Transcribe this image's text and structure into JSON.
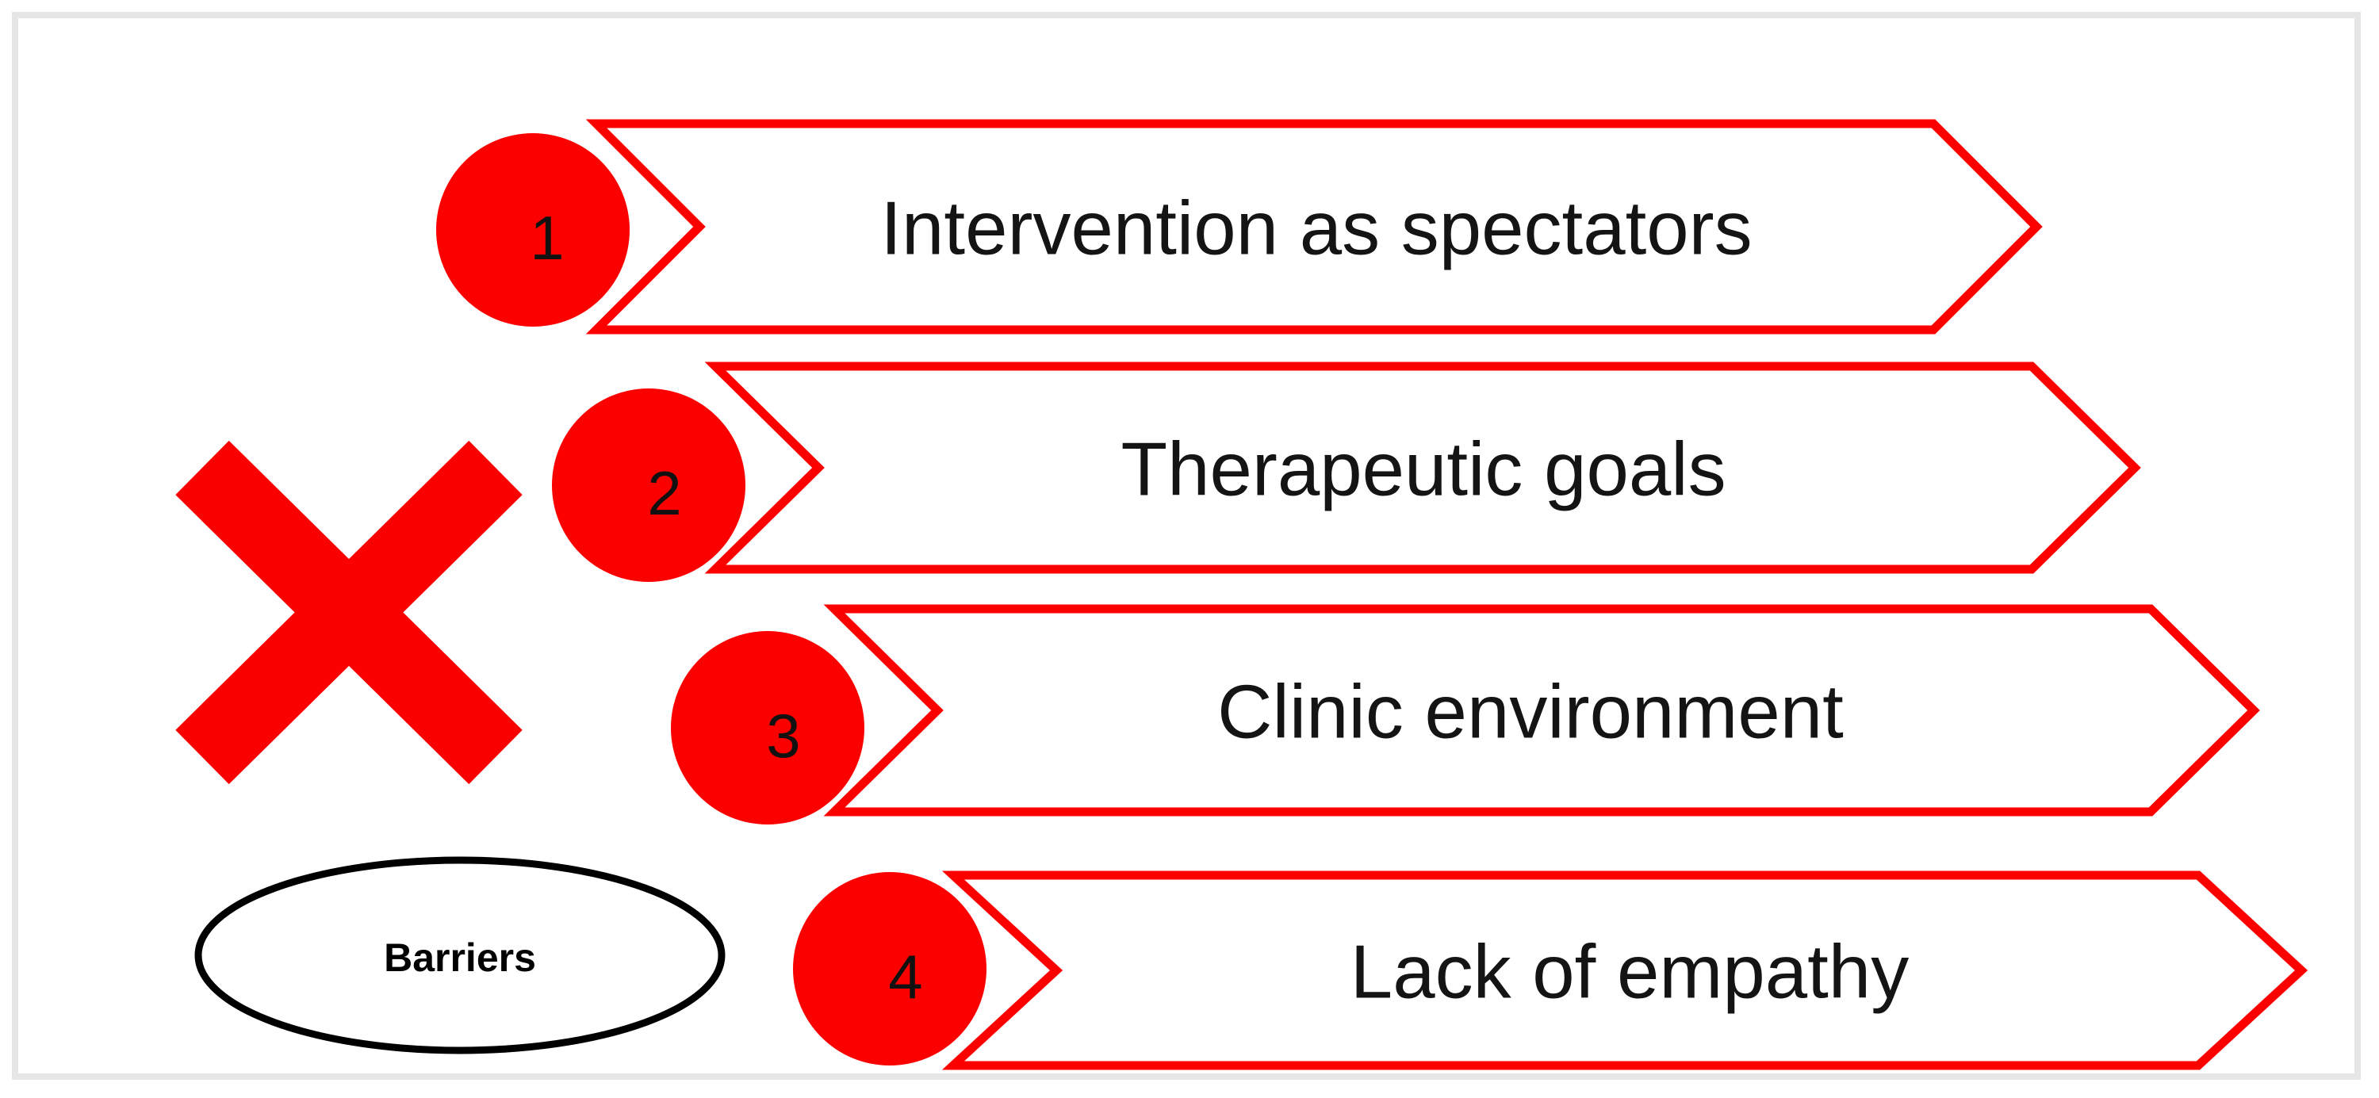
{
  "diagram": {
    "title_shape": {
      "label": "Barriers",
      "shape": "ellipse",
      "outline_color": "#000000",
      "fill_color": "#ffffff"
    },
    "marker": {
      "name": "red-x-mark",
      "color": "#fb0000"
    },
    "accent_color": "#fc0000",
    "text_color": "#141414",
    "frame_color": "#e6e6e6",
    "steps": [
      {
        "number": "1",
        "label": "Intervention as spectators"
      },
      {
        "number": "2",
        "label": "Therapeutic goals"
      },
      {
        "number": "3",
        "label": "Clinic environment"
      },
      {
        "number": "4",
        "label": "Lack of empathy"
      }
    ]
  }
}
